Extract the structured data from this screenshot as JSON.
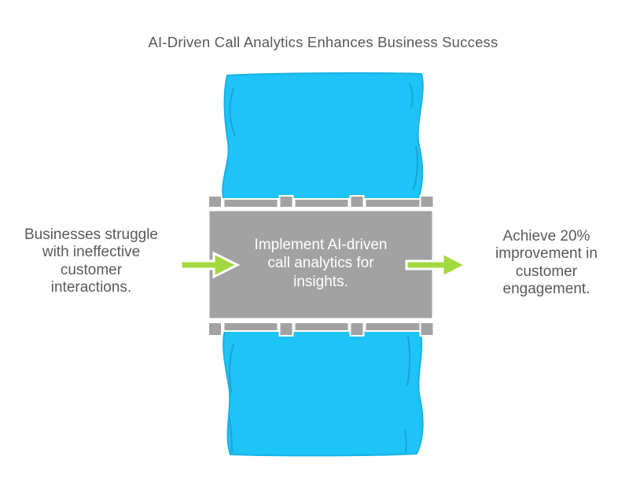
{
  "title": "AI-Driven Call Analytics Enhances Business Success",
  "left_note": {
    "lines": [
      "Businesses struggle",
      "with ineffective",
      "customer",
      "interactions."
    ]
  },
  "process_box": {
    "lines": [
      "Implement AI-driven",
      "call analytics for",
      "insights."
    ]
  },
  "right_note": {
    "lines": [
      "Achieve 20%",
      "improvement in",
      "customer",
      "engagement."
    ]
  },
  "icons": {
    "left_arrow": "right-pointing flow arrow",
    "right_arrow": "right-pointing flow arrow"
  },
  "colors": {
    "background": "#ffffff",
    "river": "#1ec3f7",
    "river_edge": "#18b2e4",
    "river_detail": "#1b9fce",
    "bridge": "#a2a2a2",
    "arrow": "#a2d93e",
    "outline": "#ffffff",
    "text": "#595959",
    "box_text": "#ffffff"
  }
}
